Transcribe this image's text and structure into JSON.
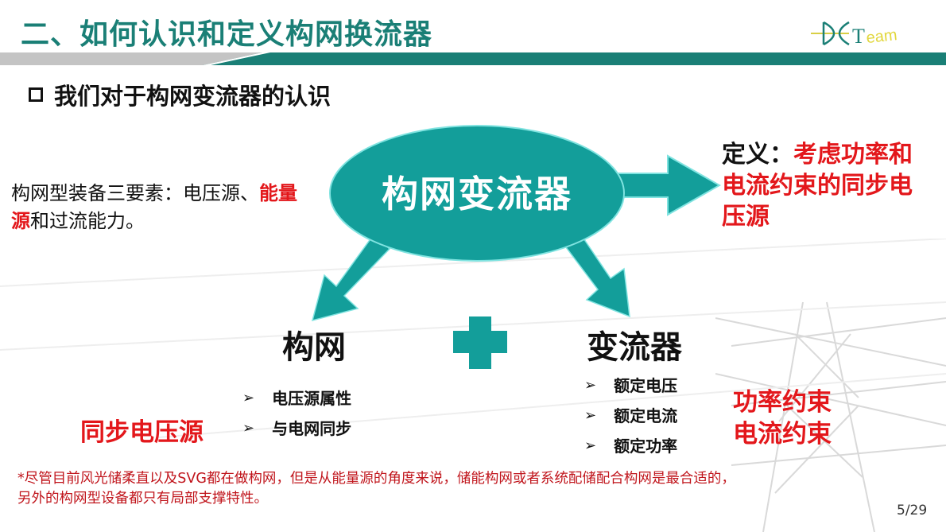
{
  "slide": {
    "title": "二、如何认识和定义构网换流器",
    "subtitle": "我们对于构网变流器的认识",
    "logo": {
      "mark": "-DX-",
      "text_T": "T",
      "text_rest": "eam"
    },
    "page_number": "5/29"
  },
  "colors": {
    "teal": "#1a7f76",
    "diagram_teal": "#139e9a",
    "red": "#e3171b",
    "gray_band": "#c4c4c4"
  },
  "left_note": {
    "prefix": "构网型装备三要素：电压源、",
    "highlight": "能量源",
    "suffix": "和过流能力。"
  },
  "diagram": {
    "center_label": "构网变流器",
    "definition_label": "定义：",
    "definition_body": "考虑功率和电流约束的同步电压源",
    "left_branch": {
      "title": "构网",
      "bullets": [
        "电压源属性",
        "与电网同步"
      ],
      "summary": "同步电压源"
    },
    "plus_icon": "plus",
    "right_branch": {
      "title": "变流器",
      "bullets": [
        "额定电压",
        "额定电流",
        "额定功率"
      ],
      "summary_lines": [
        "功率约束",
        "电流约束"
      ]
    },
    "bullet_glyph": "➢"
  },
  "footnote": {
    "line1": "*尽管目前风光储柔直以及SVG都在做构网，但是从能量源的角度来说，储能构网或者系统配储配合构网是最合适的，",
    "line2": "另外的构网型设备都只有局部支撑特性。"
  }
}
